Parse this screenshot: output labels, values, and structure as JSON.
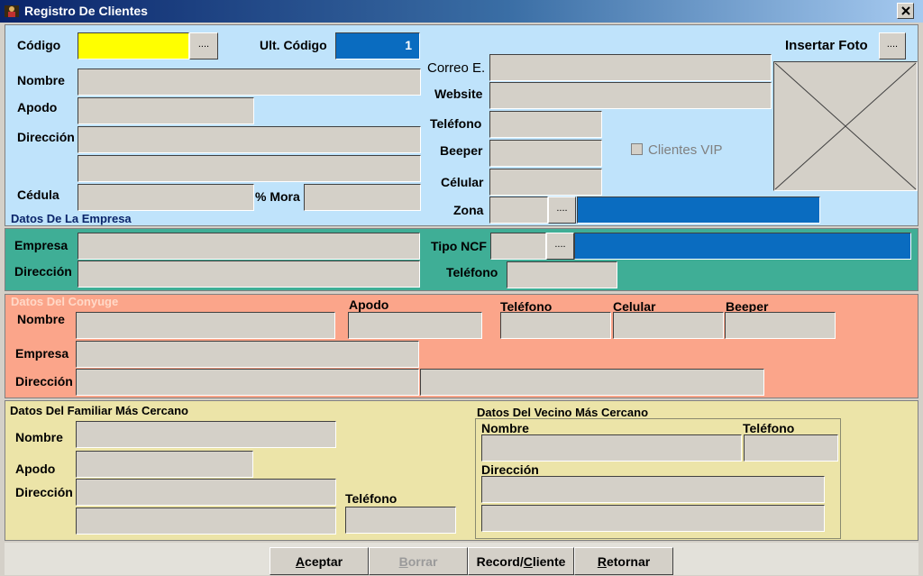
{
  "window": {
    "title": "Registro De Clientes"
  },
  "client": {
    "codigo_label": "Código",
    "codigo_btn": "....",
    "ult_codigo_label": "Ult. Código",
    "ult_codigo_value": "1",
    "insertar_foto_label": "Insertar Foto",
    "insertar_foto_btn": "....",
    "nombre_label": "Nombre",
    "apodo_label": "Apodo",
    "direccion_label": "Dirección",
    "cedula_label": "Cédula",
    "mora_label": "% Mora",
    "correo_label": "Correo E.",
    "website_label": "Website",
    "telefono_label": "Teléfono",
    "beeper_label": "Beeper",
    "celular_label": "Célular",
    "zona_label": "Zona",
    "zona_btn": "....",
    "vip_label": "Clientes VIP",
    "vip_checked": false
  },
  "empresa": {
    "section_title": "Datos De La Empresa",
    "empresa_label": "Empresa",
    "direccion_label": "Dirección",
    "tipo_ncf_label": "Tipo NCF",
    "tipo_ncf_btn": "....",
    "telefono_label": "Teléfono"
  },
  "conyuge": {
    "section_title": "Datos Del Conyuge",
    "nombre_label": "Nombre",
    "apodo_label": "Apodo",
    "telefono_label": "Teléfono",
    "celular_label": "Celular",
    "beeper_label": "Beeper",
    "empresa_label": "Empresa",
    "direccion_label": "Dirección"
  },
  "familiar": {
    "section_title": "Datos Del Familiar Más Cercano",
    "nombre_label": "Nombre",
    "apodo_label": "Apodo",
    "direccion_label": "Dirección",
    "telefono_label": "Teléfono"
  },
  "vecino": {
    "section_title": "Datos Del Vecino Más Cercano",
    "nombre_label": "Nombre",
    "telefono_label": "Teléfono",
    "direccion_label": "Dirección"
  },
  "buttons": {
    "aceptar_u": "A",
    "aceptar_rest": "ceptar",
    "borrar_u": "B",
    "borrar_rest": "orrar",
    "record_pre": "Record/",
    "record_u": "C",
    "record_rest": "liente",
    "retornar_u": "R",
    "retornar_rest": "etornar"
  }
}
